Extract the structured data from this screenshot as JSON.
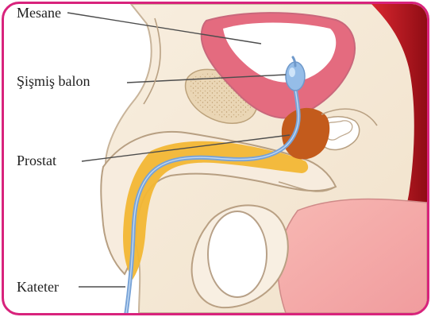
{
  "labels": {
    "bladder": "Mesane",
    "inflated_balloon": "Şişmiş balon",
    "prostate": "Prostat",
    "catheter": "Kateter"
  },
  "colors": {
    "frame": "#d8237c",
    "skin": "#f4e7cf",
    "outline": "#c9b79b",
    "bladder_wall": "#e86f82",
    "bladder_fill": "#ffffff",
    "balloon": "#8fb7e5",
    "catheter": "#7aa7d8",
    "prostate": "#c45b1e",
    "urethra_tissue": "#f0b530",
    "testis": "#ffffff",
    "red_tissue": "#c91d26",
    "pink_tissue": "#f1a8a8"
  }
}
